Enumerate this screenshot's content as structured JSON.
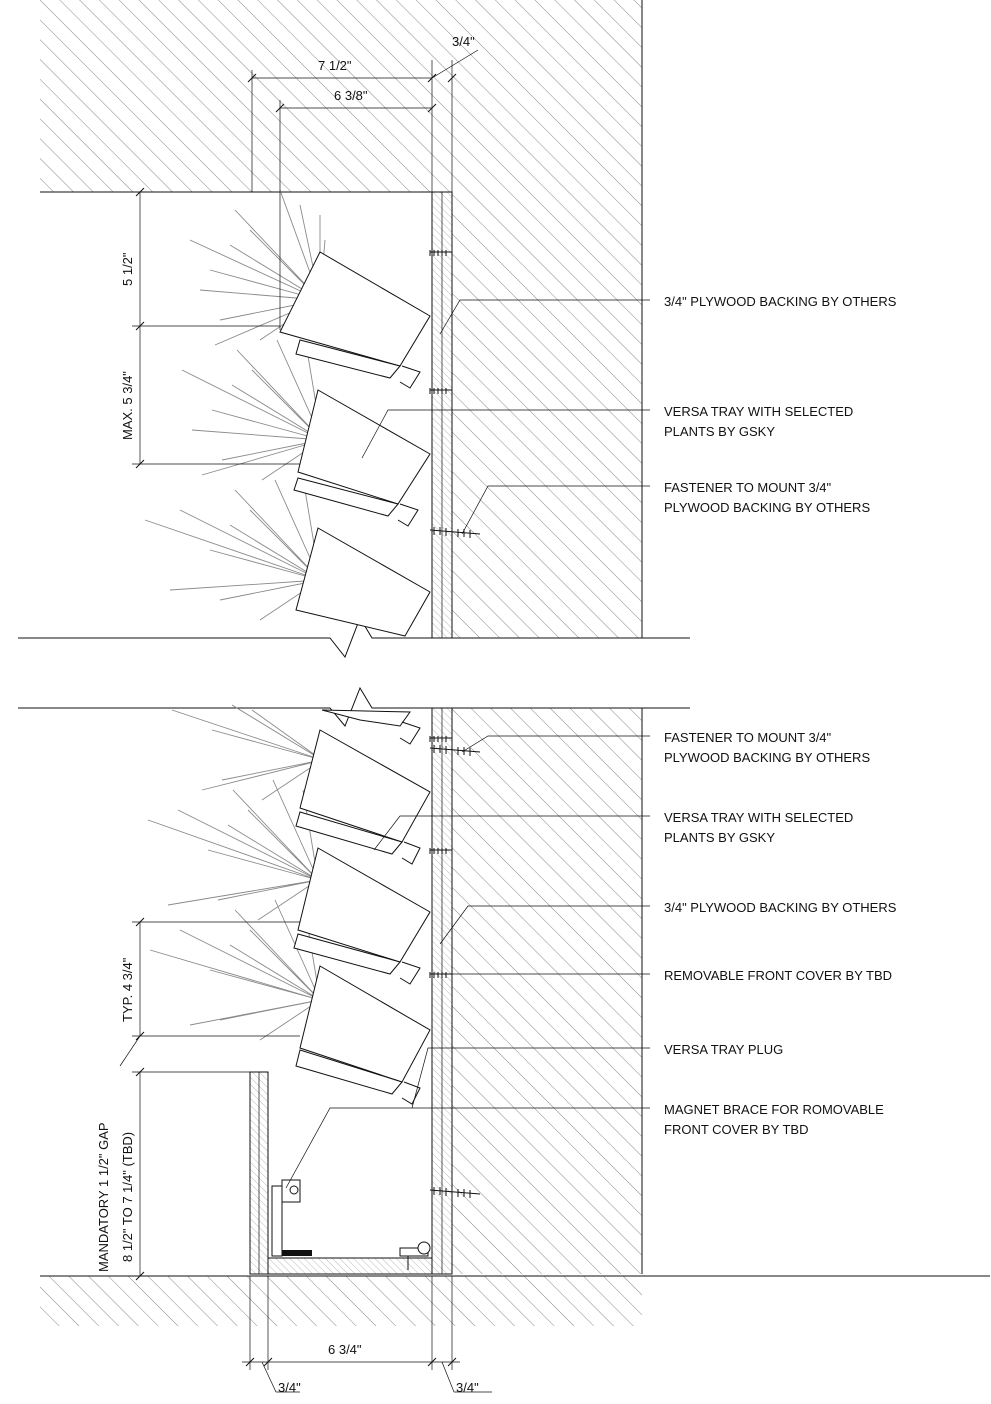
{
  "dimensions": {
    "top_overall_width": "7 1/2\"",
    "top_inner_width": "6 3/8\"",
    "top_backing": "3/4\"",
    "top_clearance": "5 1/2\"",
    "tray_spacing_max": "MAX. 5 3/4\"",
    "tray_spacing_typ": "TYP. 4 3/4\"",
    "gap_line1": "MANDATORY 1 1/2\" GAP",
    "gap_line2": "8 1/2\" TO 7 1/4\" (TBD)",
    "bottom_inner_width": "6 3/4\"",
    "bottom_left_cover": "3/4\"",
    "bottom_right_backing": "3/4\""
  },
  "callouts": {
    "top_plywood": "3/4\" PLYWOOD BACKING BY OTHERS",
    "top_tray_l1": "VERSA TRAY WITH SELECTED",
    "top_tray_l2": "PLANTS BY GSKY",
    "top_fastener_l1": "FASTENER TO MOUNT 3/4\"",
    "top_fastener_l2": "PLYWOOD BACKING BY OTHERS",
    "bot_fastener_l1": "FASTENER TO MOUNT 3/4\"",
    "bot_fastener_l2": "PLYWOOD BACKING BY OTHERS",
    "bot_tray_l1": "VERSA TRAY WITH SELECTED",
    "bot_tray_l2": "PLANTS BY GSKY",
    "bot_plywood": "3/4\" PLYWOOD BACKING BY OTHERS",
    "front_cover": "REMOVABLE FRONT COVER BY TBD",
    "tray_plug": "VERSA TRAY PLUG",
    "magnet_l1": "MAGNET BRACE FOR ROMOVABLE",
    "magnet_l2": "FRONT COVER  BY TBD"
  },
  "colors": {
    "line": "#111111",
    "plant": "#8a8a8a",
    "hatch": "#6a6a6a"
  }
}
